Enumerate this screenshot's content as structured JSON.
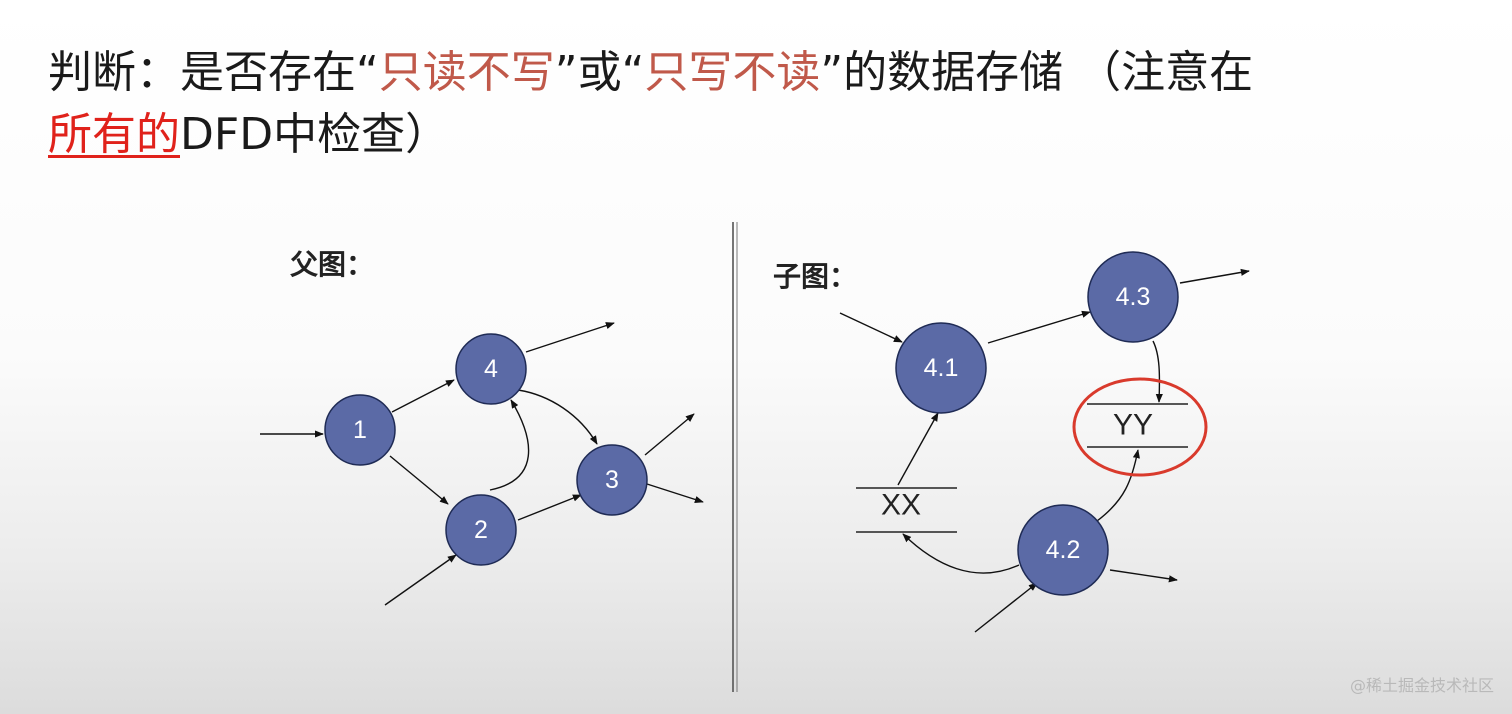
{
  "title": {
    "part1": "判断：是否存在“",
    "hl1": "只读不写",
    "part2": "”或“",
    "hl2": "只写不读",
    "part3": "”的数据存储 （注意在",
    "hl3": "所有的",
    "part4": "DFD中检查）"
  },
  "parent_label": "父图：",
  "child_label": "子图：",
  "parent_nodes": [
    "1",
    "4",
    "2",
    "3"
  ],
  "child_nodes": [
    "4.1",
    "4.3",
    "4.2"
  ],
  "stores": [
    "YY",
    "XX"
  ],
  "colors": {
    "node_fill": "#5b6aa6",
    "highlight_text": "#c0594a",
    "highlight_red": "#e0221b",
    "circle_mark": "#d93a2c"
  },
  "watermark": "@稀土掘金技术社区"
}
